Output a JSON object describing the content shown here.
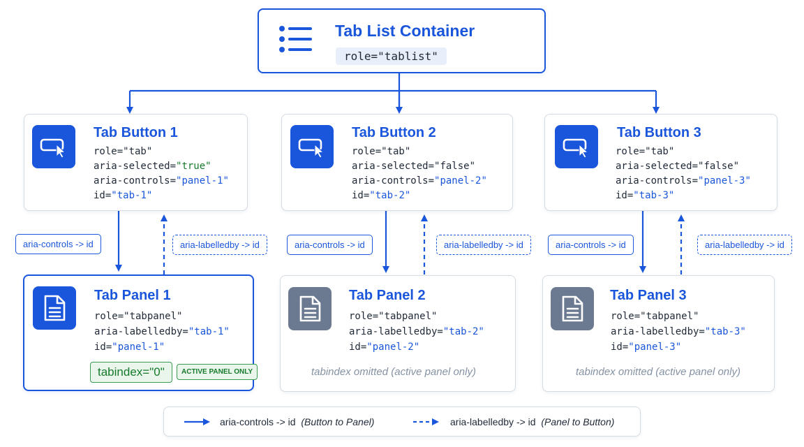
{
  "container": {
    "icon": "list-icon",
    "title": "Tab List Container",
    "role": "role=\"tablist\""
  },
  "tabs": [
    {
      "icon": "cursor-click-icon",
      "title": "Tab Button 1",
      "role_line": "role=\"tab\"",
      "selected_key": "aria-selected=",
      "selected_value": "\"true\"",
      "controls_key": "aria-controls=",
      "controls_value": "\"panel-1\"",
      "id_key": "id=",
      "id_value": "\"tab-1\""
    },
    {
      "icon": "cursor-click-icon",
      "title": "Tab Button 2",
      "role_line": "role=\"tab\"",
      "selected_key": "aria-selected=",
      "selected_value": "\"false\"",
      "controls_key": "aria-controls=",
      "controls_value": "\"panel-2\"",
      "id_key": "id=",
      "id_value": "\"tab-2\""
    },
    {
      "icon": "cursor-click-icon",
      "title": "Tab Button 3",
      "role_line": "role=\"tab\"",
      "selected_key": "aria-selected=",
      "selected_value": "\"false\"",
      "controls_key": "aria-controls=",
      "controls_value": "\"panel-3\"",
      "id_key": "id=",
      "id_value": "\"tab-3\""
    }
  ],
  "panels": [
    {
      "icon": "document-icon",
      "title": "Tab Panel 1",
      "role_line": "role=\"tabpanel\"",
      "labelledby_key": "aria-labelledby=",
      "labelledby_value": "\"tab-1\"",
      "id_key": "id=",
      "id_value": "\"panel-1\"",
      "tabindex": "tabindex=\"0\"",
      "badge": "ACTIVE PANEL ONLY"
    },
    {
      "icon": "document-icon",
      "title": "Tab Panel 2",
      "role_line": "role=\"tabpanel\"",
      "labelledby_key": "aria-labelledby=",
      "labelledby_value": "\"tab-2\"",
      "id_key": "id=",
      "id_value": "\"panel-2\"",
      "note": "tabindex omitted (active panel only)"
    },
    {
      "icon": "document-icon",
      "title": "Tab Panel 3",
      "role_line": "role=\"tabpanel\"",
      "labelledby_key": "aria-labelledby=",
      "labelledby_value": "\"tab-3\"",
      "id_key": "id=",
      "id_value": "\"panel-3\"",
      "note": "tabindex omitted (active panel only)"
    }
  ],
  "edge_labels": {
    "controls": "aria-controls -> id",
    "labelledby": "aria-labelledby -> id"
  },
  "legend": {
    "solid_label": "aria-controls -> id",
    "solid_note": "(Button to Panel)",
    "dashed_label": "aria-labelledby -> id",
    "dashed_note": "(Panel to Button)"
  },
  "colors": {
    "accent": "#1a56db",
    "active_green": "#157a2b",
    "inactive_icon": "#6b7a90"
  }
}
